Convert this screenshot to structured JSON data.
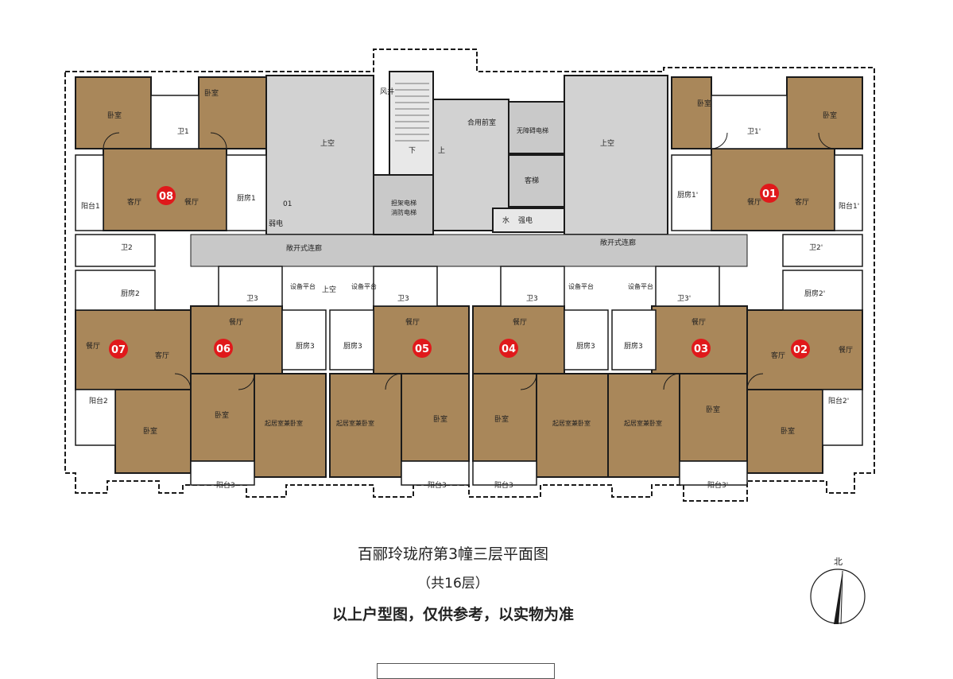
{
  "title": "百郦玲珑府第3幢三层平面图",
  "subtitle": "（共16层）",
  "disclaimer": "以上户型图，仅供参考，以实物为准",
  "north_label": "北",
  "colors": {
    "unit_room": "#a9875a",
    "void": "#d2d2d2",
    "corridor": "#c8c8c8",
    "wall": "#1a1a1a",
    "unit_badge": "#e0191b",
    "background": "#ffffff"
  },
  "units": [
    "01",
    "02",
    "03",
    "04",
    "05",
    "06",
    "07",
    "08"
  ],
  "labels": {
    "bedroom": "卧室",
    "living": "客厅",
    "dining": "餐厅",
    "living_bed": "起居室兼卧室",
    "void": "上空",
    "corridor": "敞开式连廊",
    "elevator_hall": "合用前室",
    "elevator_barrier_free": "无障碍电梯",
    "elevator_passenger": "客梯",
    "elevator_stretcher": "担架电梯",
    "elevator_fire": "消防电梯",
    "water": "水",
    "power": "强电",
    "weak_power": "弱电",
    "air_shaft": "风井",
    "down": "下",
    "up": "上",
    "equip_platform": "设备平台",
    "toilet1": "卫1",
    "toilet1p": "卫1'",
    "toilet2": "卫2",
    "toilet2p": "卫2'",
    "toilet3": "卫3",
    "toilet3p": "卫3'",
    "kitchen1": "厨房1",
    "kitchen1p": "厨房1'",
    "kitchen2": "厨房2",
    "kitchen2p": "厨房2'",
    "kitchen3": "厨房3",
    "balcony1": "阳台1",
    "balcony1p": "阳台1'",
    "balcony2": "阳台2",
    "balcony2p": "阳台2'",
    "balcony3": "阳台3",
    "balcony3p": "阳台3'",
    "stray": "01"
  }
}
